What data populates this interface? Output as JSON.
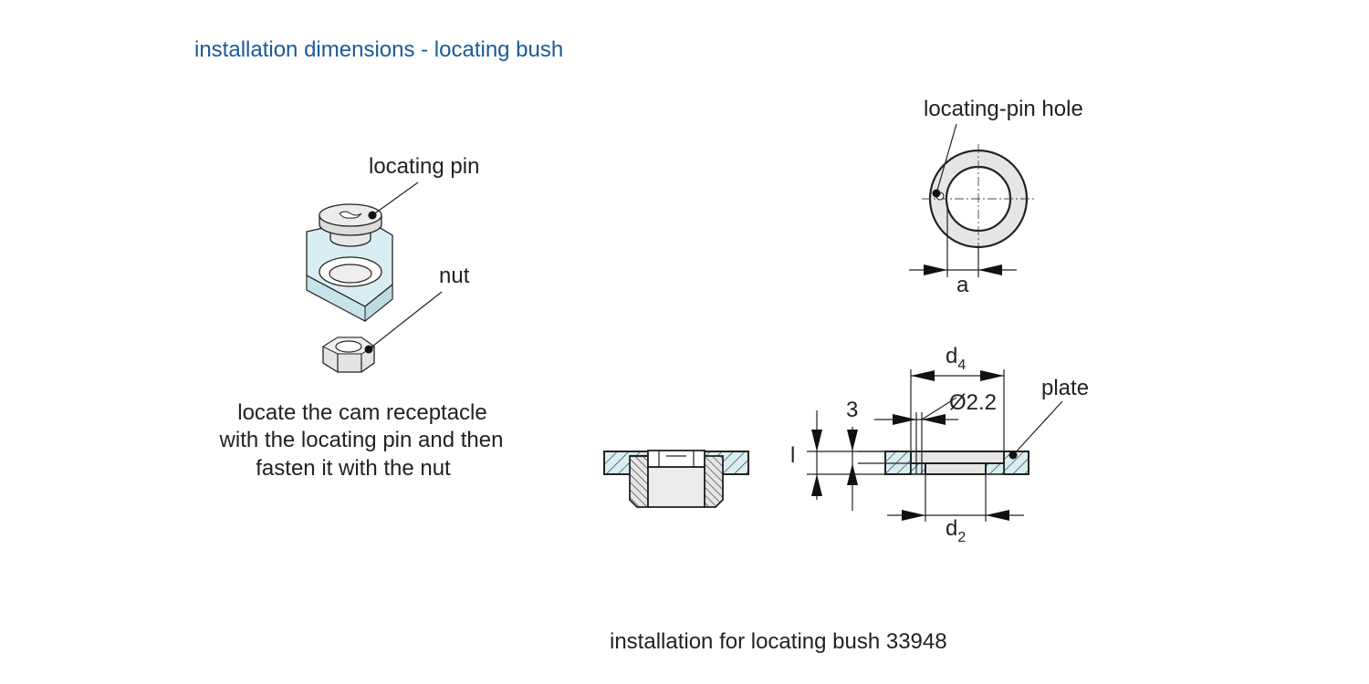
{
  "title": "installation dimensions - locating bush",
  "labels": {
    "locating_pin": "locating pin",
    "nut": "nut",
    "locating_pin_hole": "locating-pin hole",
    "a": "a",
    "d4_main": "d",
    "d4_sub": "4",
    "d2_main": "d",
    "d2_sub": "2",
    "three": "3",
    "diameter": "Ø2.2",
    "plate": "plate",
    "l": "l"
  },
  "instruction_lines": [
    "locate the cam receptacle",
    "with the locating pin and then",
    "fasten it with the nut"
  ],
  "caption": "installation for locating bush 33948",
  "colors": {
    "title": "#1a5a9a",
    "plate_fill": "#d8eef2",
    "metal_fill": "#e6e6e6",
    "line": "#222222"
  }
}
